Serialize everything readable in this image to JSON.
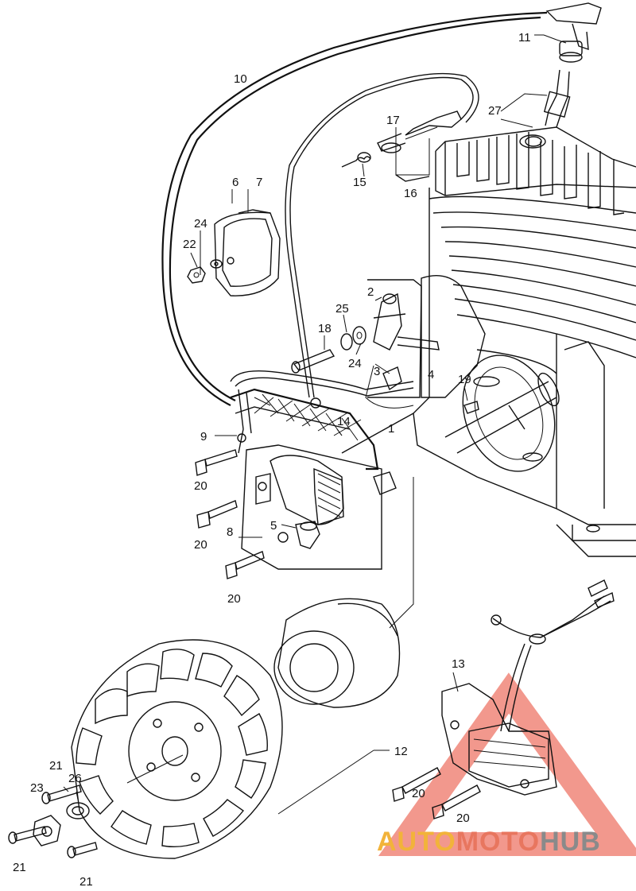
{
  "callouts": [
    {
      "id": "c1",
      "text": "1"
    },
    {
      "id": "c2",
      "text": "2"
    },
    {
      "id": "c3",
      "text": "3"
    },
    {
      "id": "c4",
      "text": "4"
    },
    {
      "id": "c5",
      "text": "5"
    },
    {
      "id": "c6",
      "text": "6"
    },
    {
      "id": "c7",
      "text": "7"
    },
    {
      "id": "c8",
      "text": "8"
    },
    {
      "id": "c9",
      "text": "9"
    },
    {
      "id": "c10",
      "text": "10"
    },
    {
      "id": "c11",
      "text": "11"
    },
    {
      "id": "c12",
      "text": "12"
    },
    {
      "id": "c13",
      "text": "13"
    },
    {
      "id": "c14",
      "text": "14"
    },
    {
      "id": "c15",
      "text": "15"
    },
    {
      "id": "c16",
      "text": "16"
    },
    {
      "id": "c17",
      "text": "17"
    },
    {
      "id": "c18",
      "text": "18"
    },
    {
      "id": "c19",
      "text": "19"
    },
    {
      "id": "c20a",
      "text": "20"
    },
    {
      "id": "c20b",
      "text": "20"
    },
    {
      "id": "c20c",
      "text": "20"
    },
    {
      "id": "c20d",
      "text": "20"
    },
    {
      "id": "c20e",
      "text": "20"
    },
    {
      "id": "c21a",
      "text": "21"
    },
    {
      "id": "c21b",
      "text": "21"
    },
    {
      "id": "c21c",
      "text": "21"
    },
    {
      "id": "c22",
      "text": "22"
    },
    {
      "id": "c23",
      "text": "23"
    },
    {
      "id": "c24a",
      "text": "24"
    },
    {
      "id": "c24b",
      "text": "24"
    },
    {
      "id": "c25",
      "text": "25"
    },
    {
      "id": "c26",
      "text": "26"
    },
    {
      "id": "c27",
      "text": "27"
    }
  ],
  "watermark": {
    "part1": "AUTO",
    "part2": "MOTO",
    "part3": "HUB",
    "colors": {
      "auto": "#f2b33a",
      "moto": "#e8765f",
      "hub": "#8a8a8a",
      "triangle": "#e8442f"
    }
  }
}
